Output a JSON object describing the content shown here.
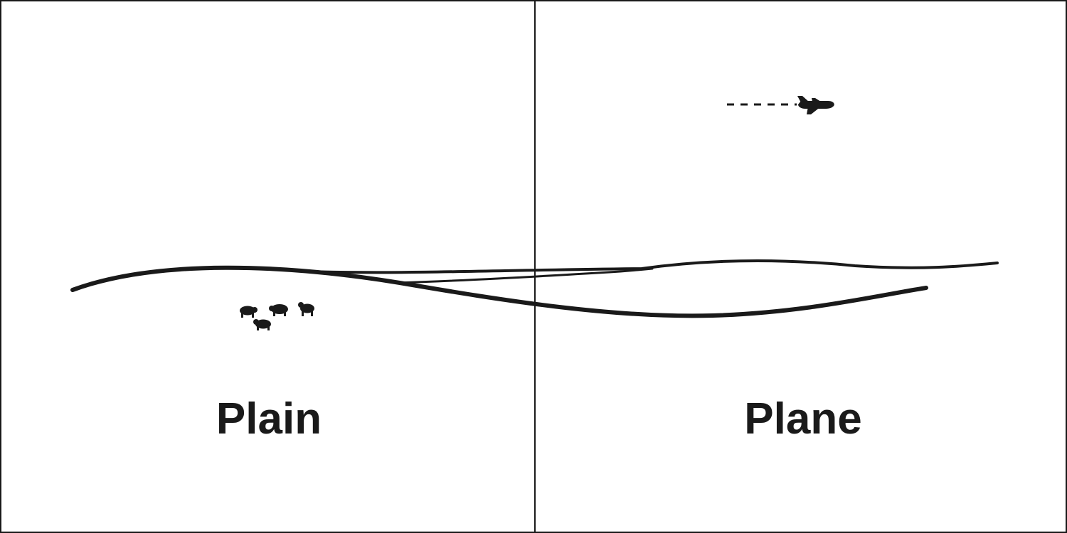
{
  "panels": [
    {
      "word": "Plain",
      "figure": "sheep-grazing-on-flat-land"
    },
    {
      "word": "Plane",
      "figure": "airplane-in-sky"
    }
  ],
  "colors": {
    "ink": "#1a1a1a",
    "background": "#ffffff"
  }
}
